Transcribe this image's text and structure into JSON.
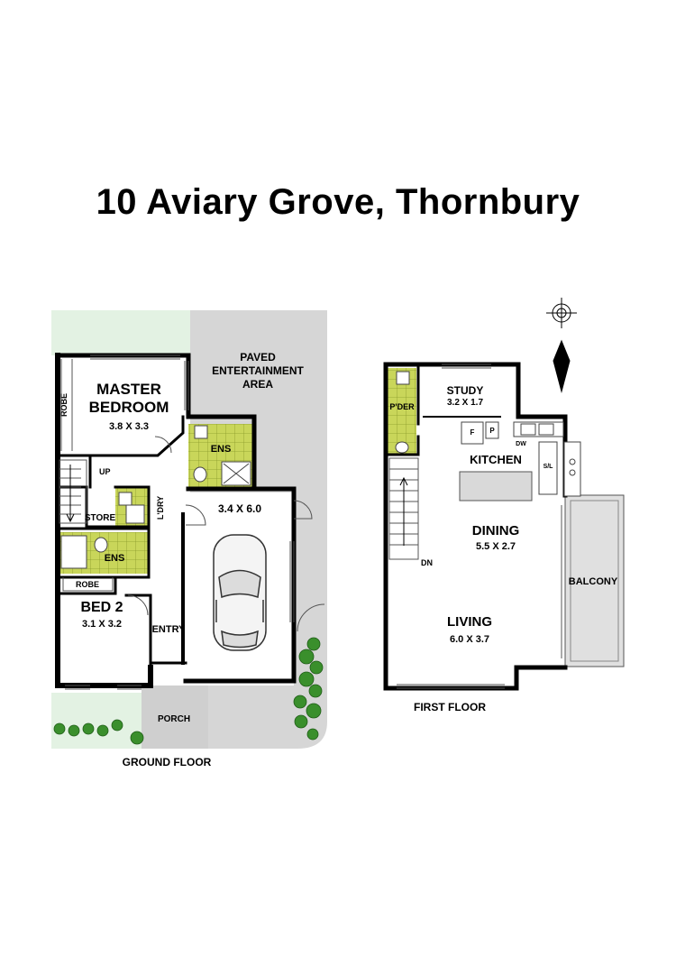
{
  "title": "10 Aviary Grove, Thornbury",
  "ground_floor": {
    "caption": "GROUND FLOOR",
    "master_bedroom": {
      "name_line1": "MASTER",
      "name_line2": "BEDROOM",
      "size": "3.8 X 3.3"
    },
    "robe_master": "ROBE",
    "ens_upper": "ENS",
    "up": "UP",
    "store": "STORE",
    "laundry": "L'DRY",
    "ens_lower": "ENS",
    "robe_bed2": "ROBE",
    "bed2": {
      "name": "BED 2",
      "size": "3.1 X 3.2"
    },
    "entry": "ENTRY",
    "porch": "PORCH",
    "garage_size": "3.4 X 6.0",
    "paved": {
      "line1": "PAVED",
      "line2": "ENTERTAINMENT",
      "line3": "AREA"
    }
  },
  "first_floor": {
    "caption": "FIRST FLOOR",
    "study": {
      "name": "STUDY",
      "size": "3.2 X 1.7"
    },
    "pder": "P'DER",
    "kitchen": "KITCHEN",
    "fridge": "F",
    "pantry": "P",
    "dw": "DW",
    "sl": "S/L",
    "dining": {
      "name": "DINING",
      "size": "5.5 X 2.7"
    },
    "dn": "DN",
    "living": {
      "name": "LIVING",
      "size": "6.0 X 3.7"
    },
    "balcony": "BALCONY"
  },
  "colors": {
    "wall": "#000000",
    "wet_area": "#c9d65a",
    "garden": "#e3f2e3",
    "paving": "#d6d6d6",
    "shrub": "#3a8f2c"
  }
}
